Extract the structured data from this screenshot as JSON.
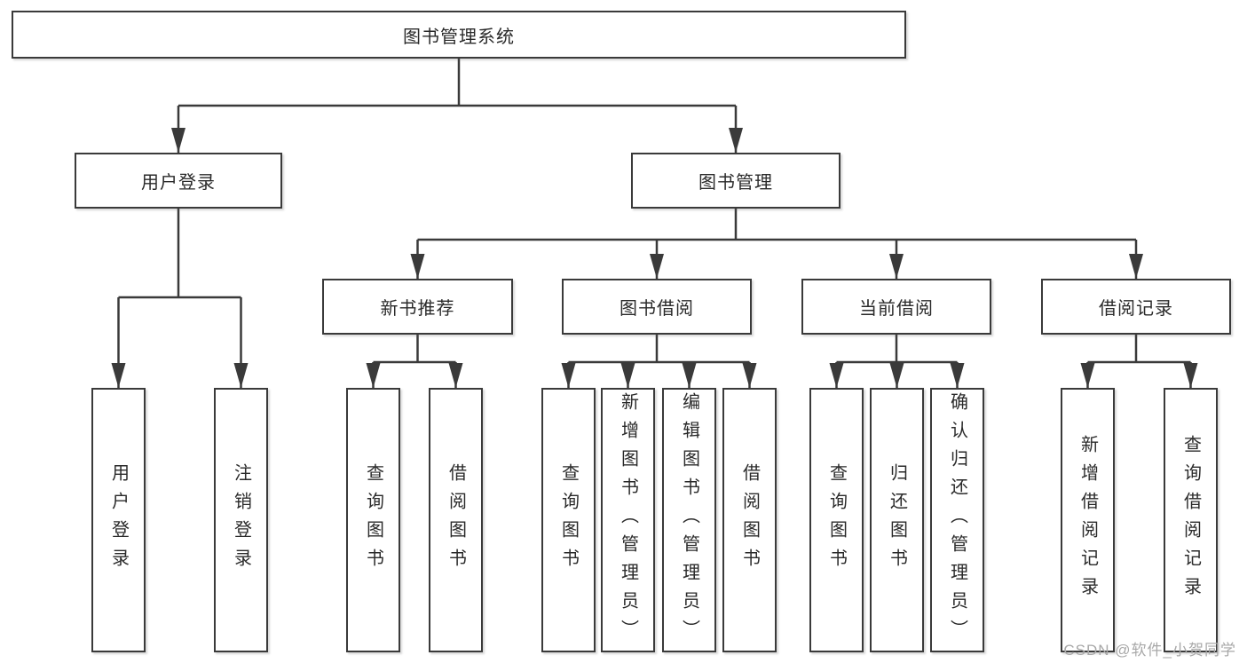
{
  "diagram": {
    "tree": {
      "label": "图书管理系统",
      "children": [
        {
          "label": "用户登录",
          "children": [
            {
              "label": "用户登录"
            },
            {
              "label": "注销登录"
            }
          ]
        },
        {
          "label": "图书管理",
          "children": [
            {
              "label": "新书推荐",
              "children": [
                {
                  "label": "查询图书"
                },
                {
                  "label": "借阅图书"
                }
              ]
            },
            {
              "label": "图书借阅",
              "children": [
                {
                  "label": "查询图书"
                },
                {
                  "label": "新增图书（管理员）"
                },
                {
                  "label": "编辑图书（管理员）"
                },
                {
                  "label": "借阅图书"
                }
              ]
            },
            {
              "label": "当前借阅",
              "children": [
                {
                  "label": "查询图书"
                },
                {
                  "label": "归还图书"
                },
                {
                  "label": "确认归还（管理员）"
                }
              ]
            },
            {
              "label": "借阅记录",
              "children": [
                {
                  "label": "新增借阅记录"
                },
                {
                  "label": "查询借阅记录"
                }
              ]
            }
          ]
        }
      ]
    }
  },
  "watermark": {
    "text": "CSDN @软件_小贺同学"
  },
  "colors": {
    "line": "#3a3a3a",
    "box_border": "#3a3a3a",
    "text": "#2a2a2a",
    "watermark": "#a8a8a8",
    "background": "#ffffff"
  }
}
